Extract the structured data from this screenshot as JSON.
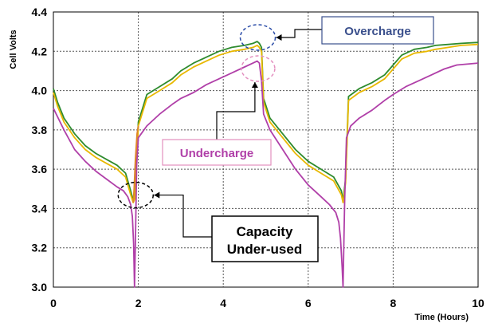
{
  "chart_data": {
    "type": "line",
    "title": "",
    "xlabel": "Time (Hours)",
    "ylabel": "Cell Volts",
    "xlim": [
      0,
      10
    ],
    "ylim": [
      3.0,
      4.4
    ],
    "xticks": [
      0,
      2,
      4,
      6,
      8,
      10
    ],
    "yticks": [
      3.0,
      3.2,
      3.4,
      3.6,
      3.8,
      4.0,
      4.2,
      4.4
    ],
    "grid": "dashed",
    "series": [
      {
        "color": "#2e8b2e",
        "x": [
          0.0,
          0.1,
          0.25,
          0.5,
          0.75,
          1.0,
          1.25,
          1.5,
          1.7,
          1.82,
          1.88,
          1.92,
          2.0,
          2.2,
          2.5,
          2.8,
          3.0,
          3.3,
          3.6,
          3.9,
          4.2,
          4.5,
          4.7,
          4.8,
          4.85,
          4.9,
          4.95,
          5.1,
          5.4,
          5.7,
          6.0,
          6.3,
          6.6,
          6.78,
          6.82,
          6.88,
          6.95,
          7.2,
          7.5,
          7.8,
          8.0,
          8.2,
          8.5,
          8.8,
          9.0,
          9.3,
          9.6,
          10.0
        ],
        "y": [
          4.01,
          3.94,
          3.86,
          3.78,
          3.72,
          3.68,
          3.65,
          3.62,
          3.58,
          3.49,
          3.44,
          3.46,
          3.84,
          3.98,
          4.02,
          4.06,
          4.1,
          4.14,
          4.17,
          4.2,
          4.22,
          4.23,
          4.24,
          4.25,
          4.24,
          4.22,
          3.96,
          3.86,
          3.78,
          3.7,
          3.64,
          3.6,
          3.56,
          3.49,
          3.44,
          3.55,
          3.97,
          4.01,
          4.04,
          4.08,
          4.13,
          4.18,
          4.21,
          4.22,
          4.23,
          4.235,
          4.24,
          4.245
        ]
      },
      {
        "color": "#e8b800",
        "x": [
          0.0,
          0.1,
          0.25,
          0.5,
          0.75,
          1.0,
          1.25,
          1.5,
          1.7,
          1.82,
          1.88,
          1.92,
          2.0,
          2.2,
          2.5,
          2.8,
          3.0,
          3.3,
          3.6,
          3.9,
          4.2,
          4.5,
          4.7,
          4.8,
          4.85,
          4.9,
          4.95,
          5.1,
          5.4,
          5.7,
          6.0,
          6.3,
          6.6,
          6.78,
          6.82,
          6.88,
          6.95,
          7.2,
          7.5,
          7.8,
          8.0,
          8.2,
          8.5,
          8.8,
          9.0,
          9.3,
          9.6,
          10.0
        ],
        "y": [
          3.99,
          3.92,
          3.84,
          3.76,
          3.7,
          3.66,
          3.63,
          3.6,
          3.56,
          3.47,
          3.43,
          3.45,
          3.82,
          3.96,
          4.0,
          4.04,
          4.08,
          4.12,
          4.15,
          4.18,
          4.2,
          4.21,
          4.22,
          4.23,
          4.22,
          4.2,
          3.94,
          3.84,
          3.76,
          3.68,
          3.62,
          3.58,
          3.54,
          3.47,
          3.43,
          3.53,
          3.95,
          3.99,
          4.02,
          4.06,
          4.11,
          4.16,
          4.19,
          4.2,
          4.21,
          4.22,
          4.23,
          4.235
        ]
      },
      {
        "color": "#e0852a",
        "x": [
          1.88,
          1.9,
          1.93,
          1.97,
          2.0
        ],
        "y": [
          3.43,
          3.5,
          3.65,
          3.78,
          3.82
        ]
      },
      {
        "color": "#b03fa8",
        "x": [
          0.0,
          0.25,
          0.5,
          0.75,
          1.0,
          1.25,
          1.5,
          1.65,
          1.75,
          1.82,
          1.86,
          1.89,
          1.91,
          1.93,
          1.96,
          2.0,
          2.2,
          2.5,
          2.8,
          3.0,
          3.3,
          3.6,
          3.9,
          4.2,
          4.5,
          4.7,
          4.8,
          4.85,
          4.9,
          4.95,
          5.1,
          5.4,
          5.7,
          6.0,
          6.3,
          6.5,
          6.65,
          6.72,
          6.76,
          6.8,
          6.82,
          6.86,
          6.9,
          7.0,
          7.2,
          7.5,
          7.8,
          8.0,
          8.3,
          8.6,
          8.9,
          9.2,
          9.5,
          10.0
        ],
        "y": [
          3.91,
          3.8,
          3.7,
          3.64,
          3.59,
          3.55,
          3.51,
          3.49,
          3.46,
          3.42,
          3.36,
          3.22,
          3.0,
          3.22,
          3.62,
          3.76,
          3.82,
          3.88,
          3.93,
          3.96,
          3.99,
          4.03,
          4.06,
          4.09,
          4.12,
          4.14,
          4.15,
          4.14,
          4.05,
          3.88,
          3.8,
          3.7,
          3.6,
          3.52,
          3.46,
          3.42,
          3.38,
          3.33,
          3.25,
          3.1,
          3.0,
          3.45,
          3.76,
          3.82,
          3.86,
          3.9,
          3.95,
          3.98,
          4.02,
          4.05,
          4.08,
          4.11,
          4.13,
          4.14
        ]
      }
    ],
    "annotations": [
      {
        "key": "overcharge",
        "text": "Overcharge",
        "color": "#3a4f8c",
        "border_color": "#3a4f8c",
        "ellipse_color": "#2c4da8",
        "ellipse_center": [
          4.85,
          4.25
        ]
      },
      {
        "key": "undercharge",
        "text": "Undercharge",
        "color": "#b03fa8",
        "border_color": "#e38fbf",
        "ellipse_color": "#e38fbf",
        "ellipse_center": [
          4.82,
          4.12
        ]
      },
      {
        "key": "capacity",
        "lines": [
          "Capacity",
          "Under-used"
        ],
        "color": "#000000",
        "border_color": "#000000",
        "ellipse_color": "#000000",
        "ellipse_center": [
          1.9,
          3.44
        ]
      }
    ]
  }
}
